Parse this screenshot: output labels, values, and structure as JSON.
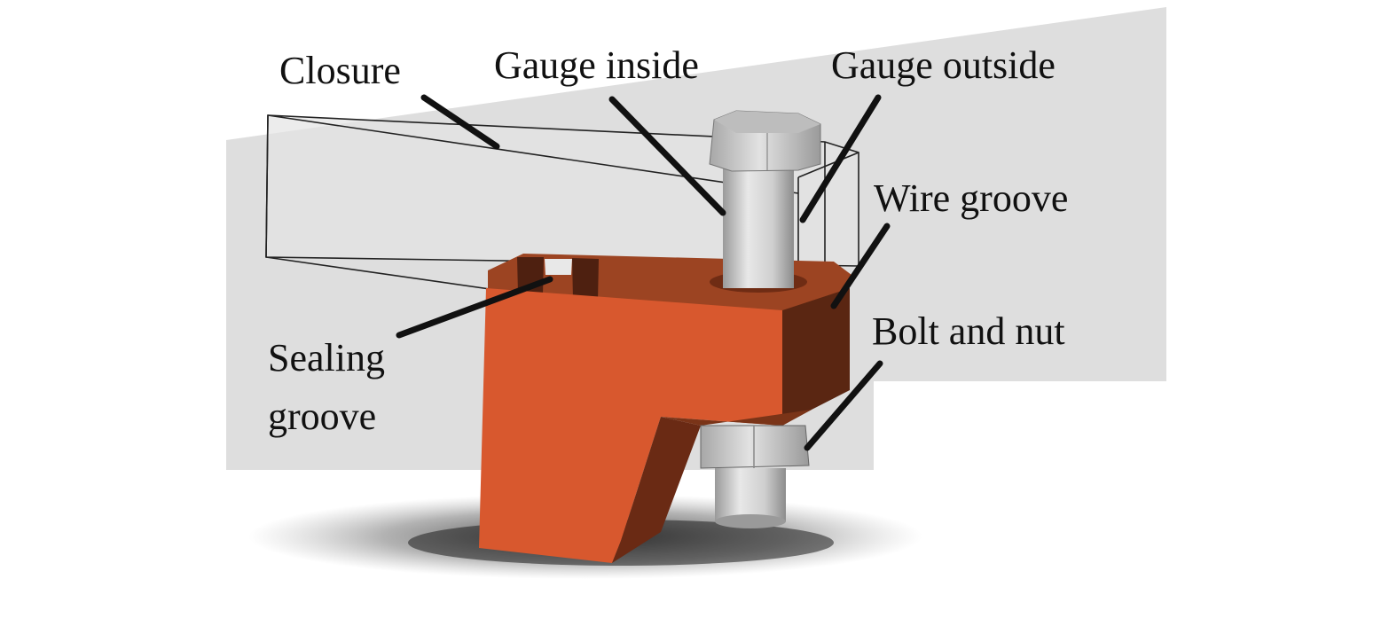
{
  "labels": {
    "closure": "Closure",
    "gauge_inside": "Gauge inside",
    "gauge_outside": "Gauge outside",
    "wire_groove": "Wire groove",
    "bolt_and_nut": "Bolt and nut",
    "sealing_groove_line1": "Sealing",
    "sealing_groove_line2": "groove"
  },
  "colors": {
    "background_panel": "#dedede",
    "clamp_front": "#d8582e",
    "clamp_top": "#9c4422",
    "clamp_side": "#5a2612",
    "steel_light": "#d6d6d6",
    "steel_dark": "#8a8a8a",
    "leader_line": "#111111"
  }
}
